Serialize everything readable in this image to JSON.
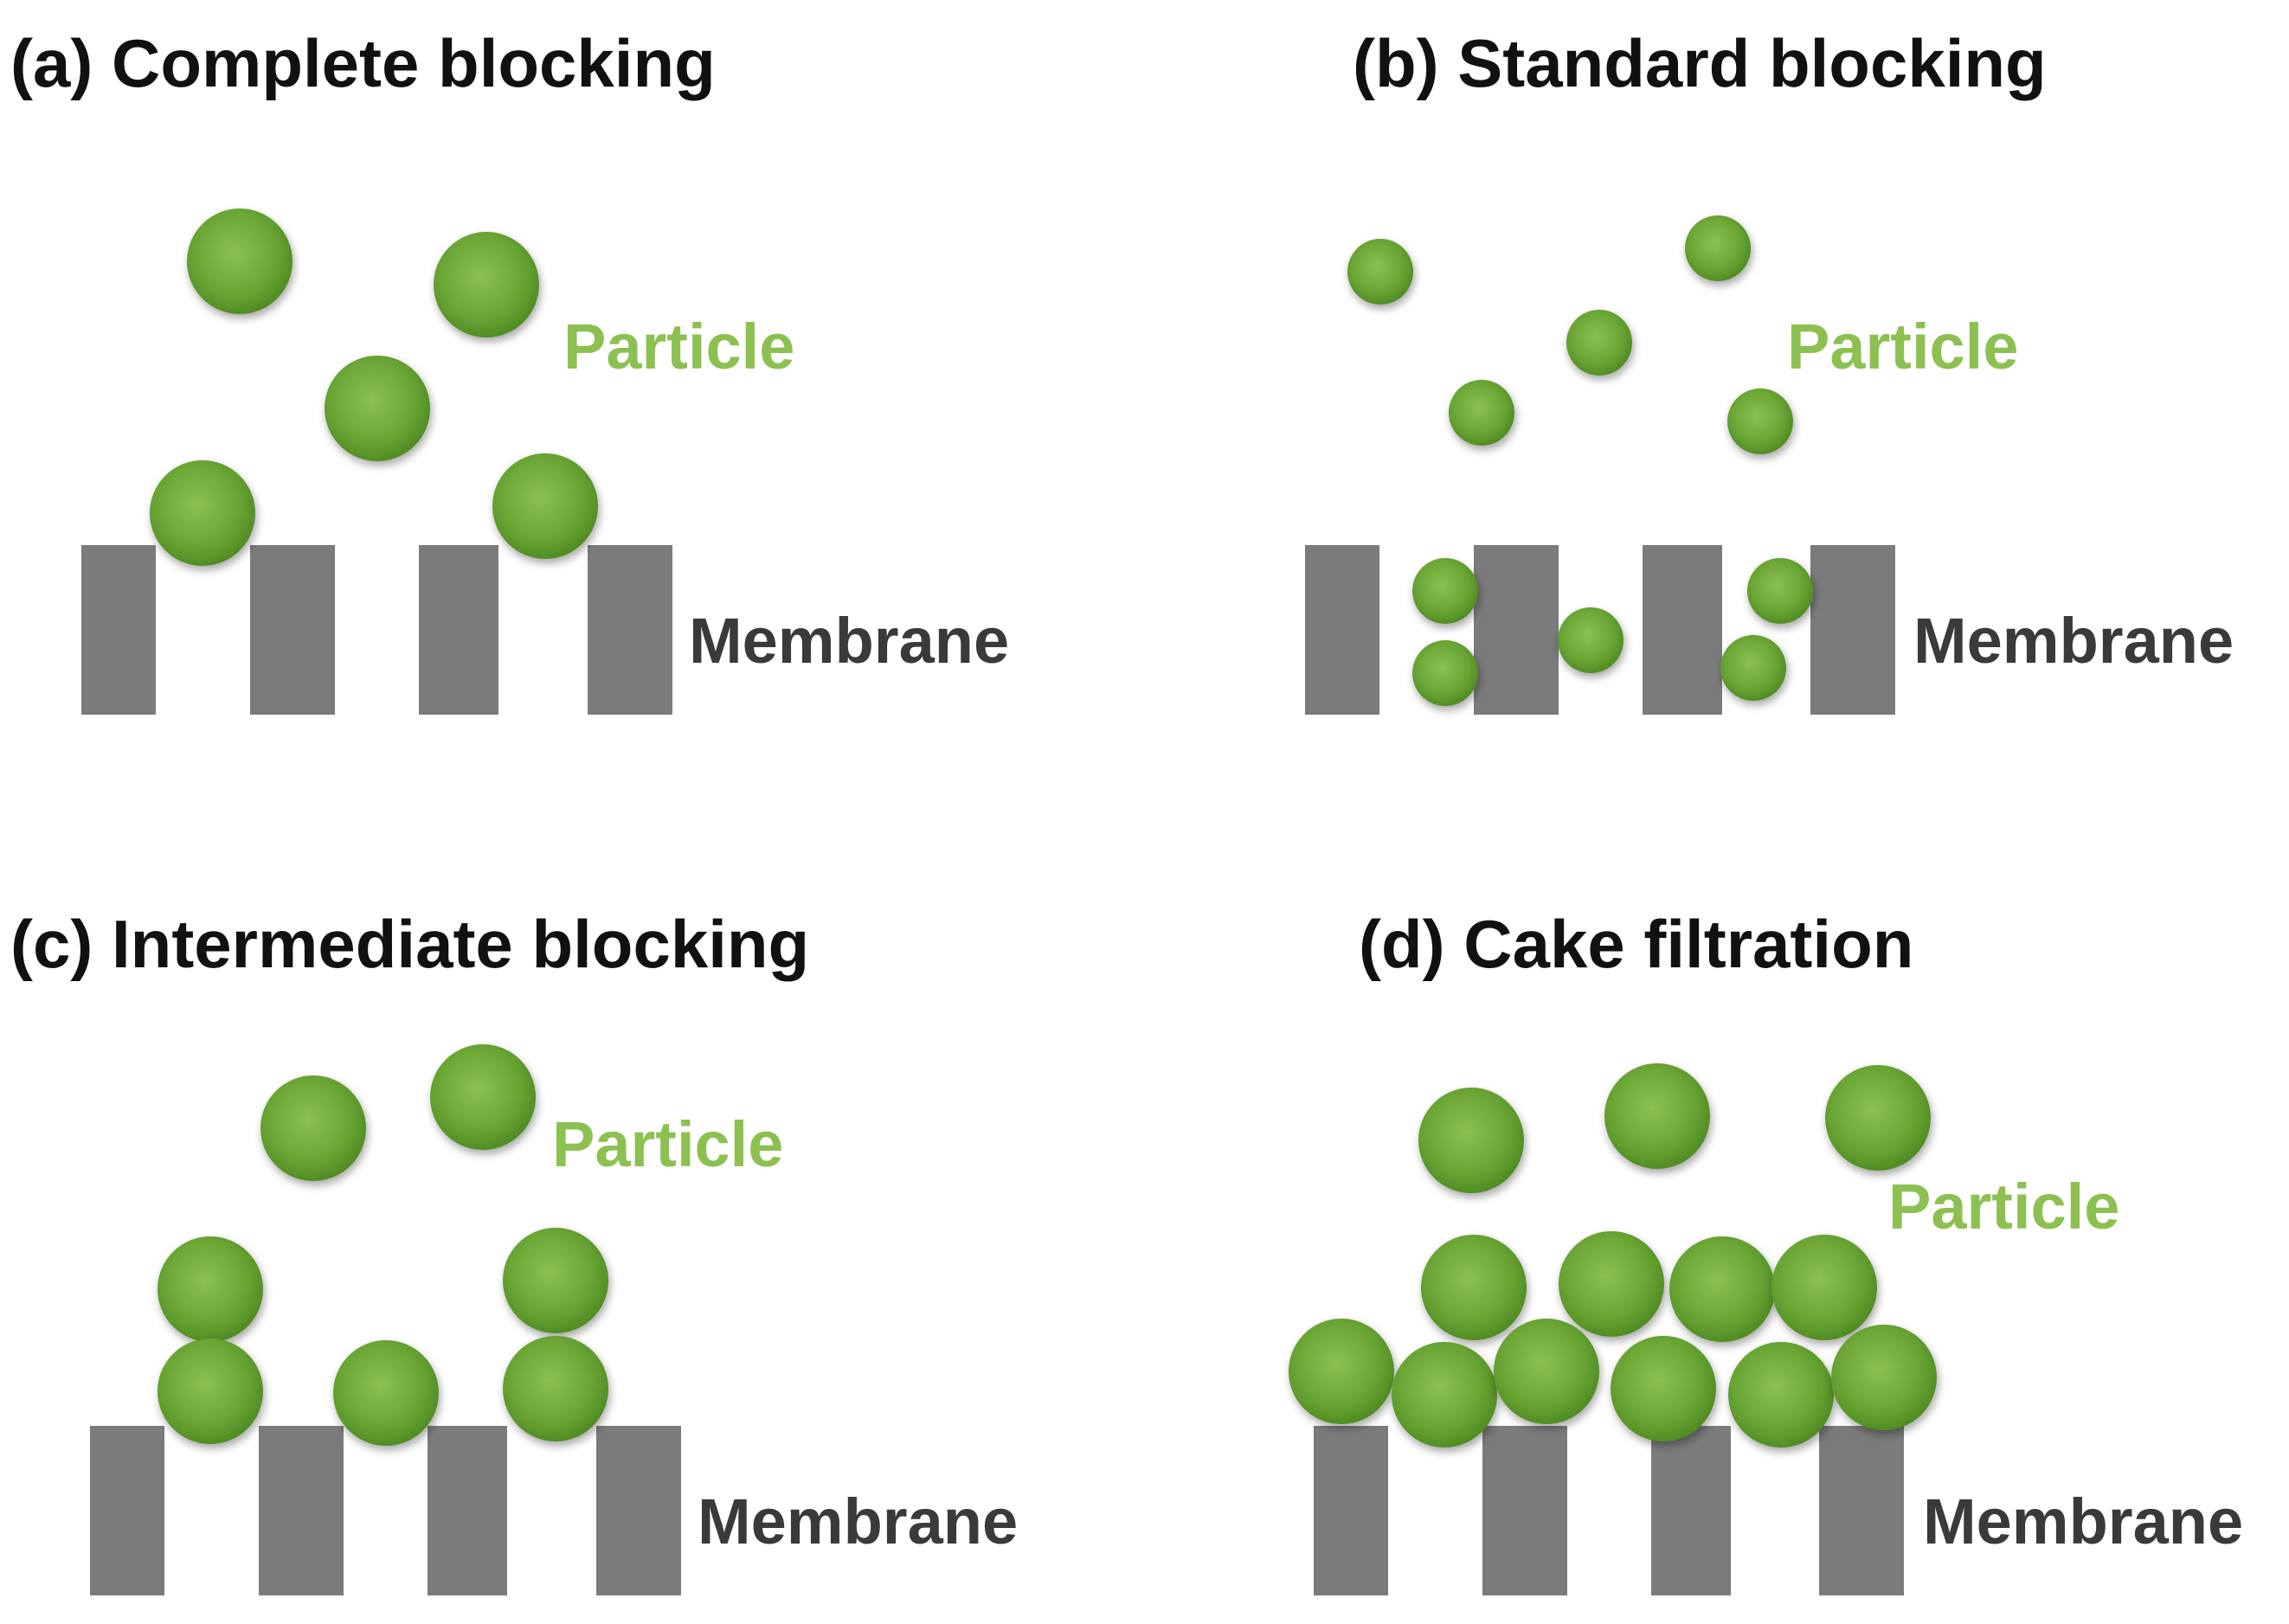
{
  "colors": {
    "particle": "#6aa534",
    "particle_highlight": "#8cc152",
    "particle_dark": "#4e8a22",
    "particle_label": "#8cc152",
    "membrane": "#7b7b7b",
    "membrane_label": "#3a3a3a",
    "title": "#111111",
    "background": "#ffffff"
  },
  "panels": [
    {
      "id": "a",
      "title": "(a) Complete blocking",
      "particle_label": "Particle",
      "membrane_label": "Membrane"
    },
    {
      "id": "b",
      "title": "(b) Standard blocking",
      "particle_label": "Particle",
      "membrane_label": "Membrane"
    },
    {
      "id": "c",
      "title": "(c) Intermediate blocking",
      "particle_label": "Particle",
      "membrane_label": "Membrane"
    },
    {
      "id": "d",
      "title": "(d) Cake filtration",
      "particle_label": "Particle",
      "membrane_label": "Membrane"
    }
  ]
}
